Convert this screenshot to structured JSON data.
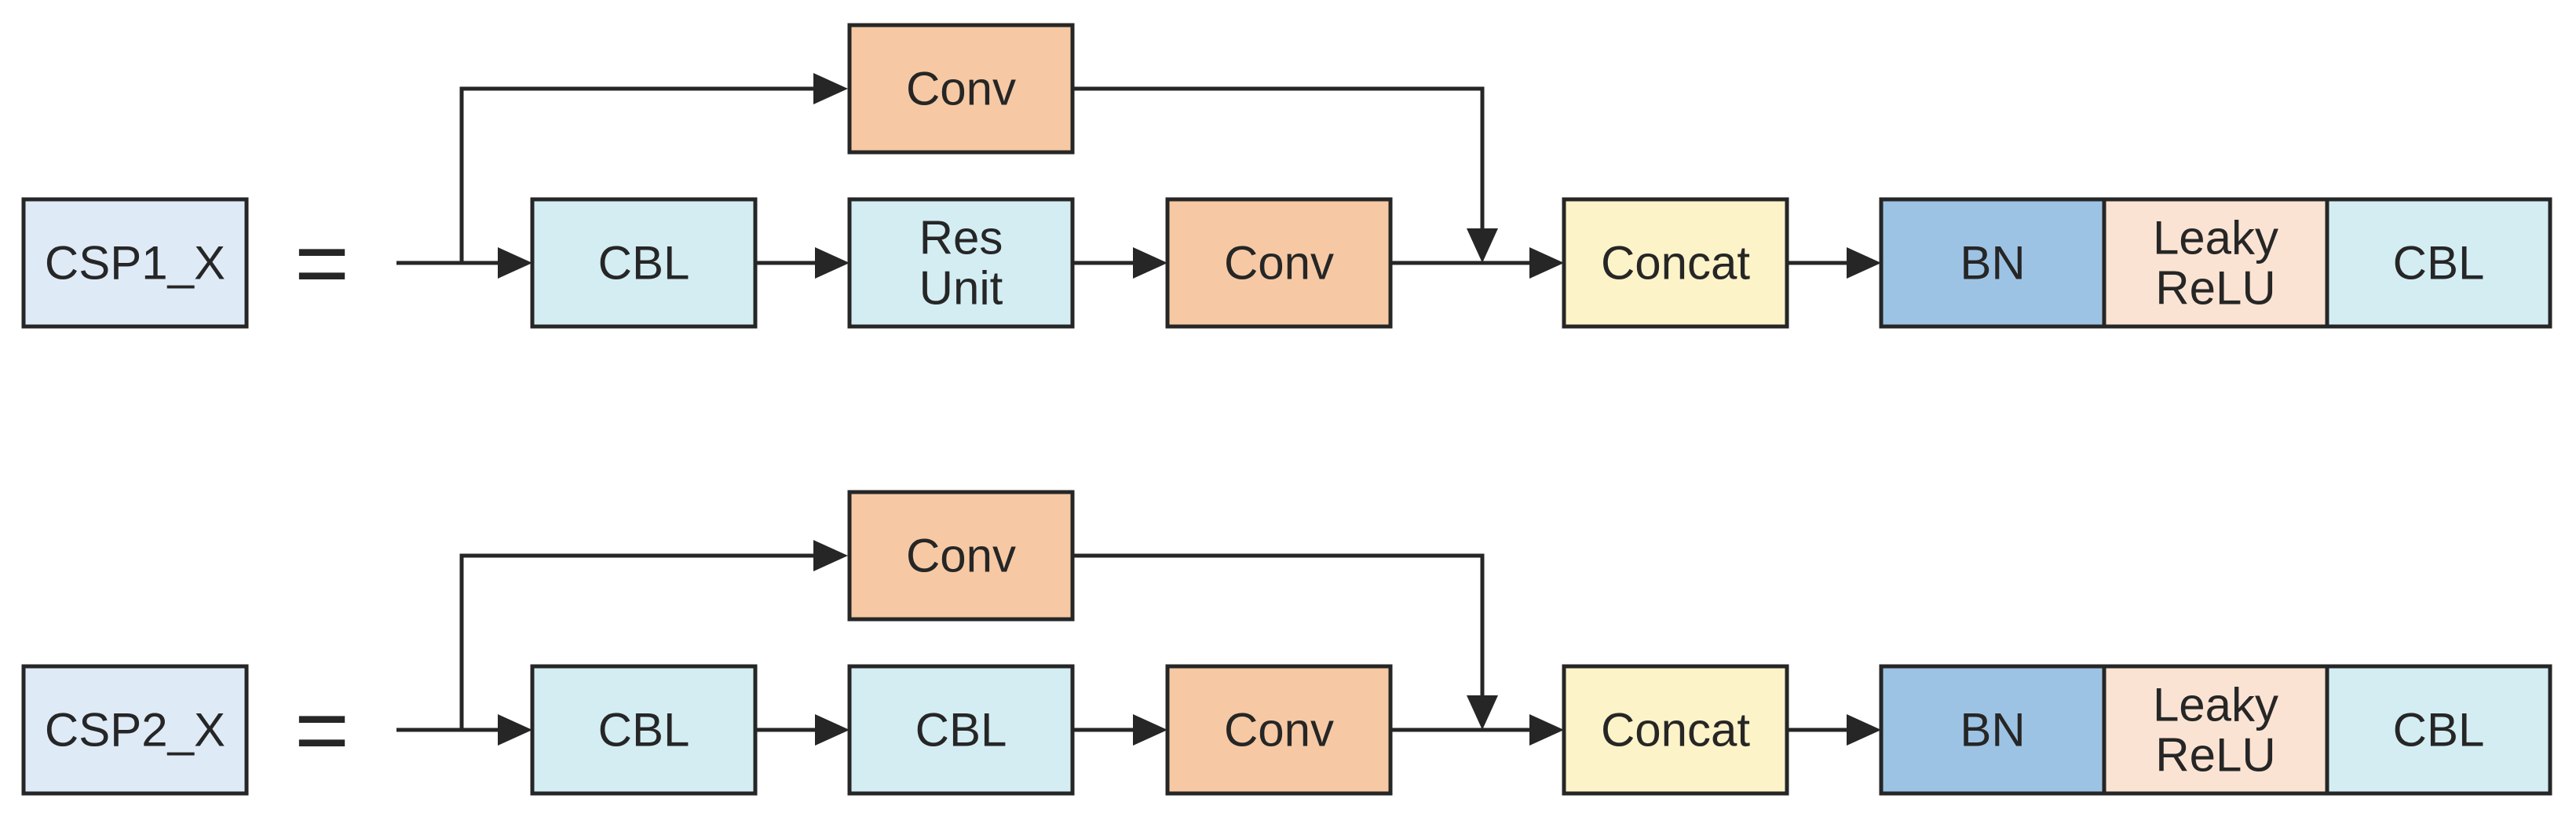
{
  "colors": {
    "stroke": "#262626",
    "module_fill": "#dfeaf7",
    "cbl_fill": "#d3edf3",
    "conv_fill": "#f6c9a4",
    "concat_fill": "#fdf3c8",
    "bn_fill": "#9dc3e4",
    "leaky_fill": "#fbe3d3"
  },
  "rows": [
    {
      "module": "CSP1_X",
      "equals": "=",
      "branch_conv": "Conv",
      "main_chain": [
        {
          "lines": [
            "CBL"
          ],
          "color": "cbl_fill"
        },
        {
          "lines": [
            "Res",
            "Unit"
          ],
          "color": "cbl_fill"
        },
        {
          "lines": [
            "Conv"
          ],
          "color": "conv_fill"
        }
      ],
      "concat": "Concat",
      "tail": [
        {
          "lines": [
            "BN"
          ],
          "color": "bn_fill"
        },
        {
          "lines": [
            "Leaky",
            "ReLU"
          ],
          "color": "leaky_fill"
        },
        {
          "lines": [
            "CBL"
          ],
          "color": "cbl_fill"
        }
      ]
    },
    {
      "module": "CSP2_X",
      "equals": "=",
      "branch_conv": "Conv",
      "main_chain": [
        {
          "lines": [
            "CBL"
          ],
          "color": "cbl_fill"
        },
        {
          "lines": [
            "CBL"
          ],
          "color": "cbl_fill"
        },
        {
          "lines": [
            "Conv"
          ],
          "color": "conv_fill"
        }
      ],
      "concat": "Concat",
      "tail": [
        {
          "lines": [
            "BN"
          ],
          "color": "bn_fill"
        },
        {
          "lines": [
            "Leaky",
            "ReLU"
          ],
          "color": "leaky_fill"
        },
        {
          "lines": [
            "CBL"
          ],
          "color": "cbl_fill"
        }
      ]
    }
  ]
}
